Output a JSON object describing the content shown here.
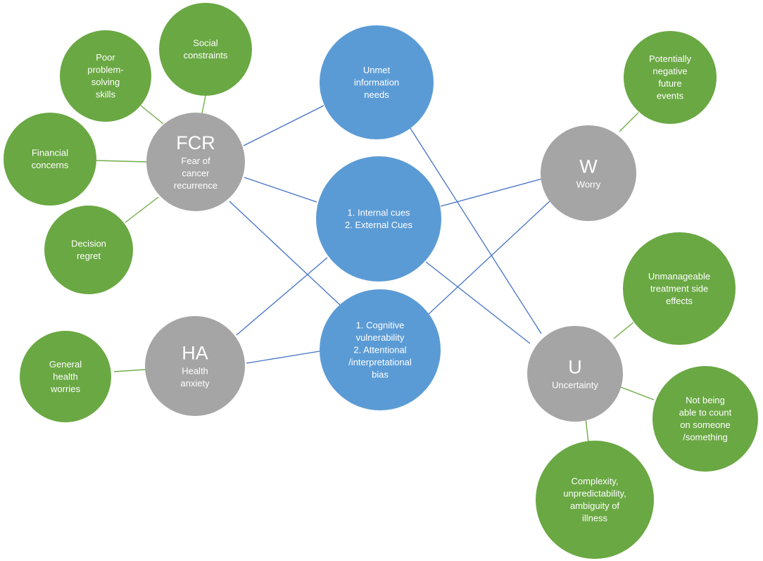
{
  "colors": {
    "green": "#6aa843",
    "blue": "#5b9bd5",
    "grey": "#a5a5a5",
    "green_edge": "#70ad47",
    "blue_edge": "#4472c4"
  },
  "nodes": {
    "fcr": {
      "abbr": "FCR",
      "lines": [
        "Fear of",
        "cancer",
        "recurrence"
      ]
    },
    "ha": {
      "abbr": "HA",
      "lines": [
        "Health",
        "anxiety"
      ]
    },
    "w": {
      "abbr": "W",
      "lines": [
        "Worry"
      ]
    },
    "u": {
      "abbr": "U",
      "lines": [
        "Uncertainty"
      ]
    },
    "unmet": {
      "lines": [
        "Unmet",
        "information",
        "needs"
      ]
    },
    "cues": {
      "lines": [
        "1. Internal cues",
        "2. External Cues"
      ]
    },
    "cognitive": {
      "lines": [
        "1.  Cognitive",
        "vulnerability",
        "2. Attentional",
        "/interpretational",
        "bias"
      ]
    },
    "problem_solving": {
      "lines": [
        "Poor",
        "problem-",
        "solving",
        "skills"
      ]
    },
    "social": {
      "lines": [
        "Social",
        "constraints"
      ]
    },
    "financial": {
      "lines": [
        "Financial",
        "concerns"
      ]
    },
    "decision": {
      "lines": [
        "Decision",
        "regret"
      ]
    },
    "general_health": {
      "lines": [
        "General",
        "health",
        "worries"
      ]
    },
    "future_events": {
      "lines": [
        "Potentially",
        "negative",
        "future",
        "events"
      ]
    },
    "side_effects": {
      "lines": [
        "Unmanageable",
        "treatment side",
        "effects"
      ]
    },
    "count_on": {
      "lines": [
        "Not being",
        "able to count",
        "on someone",
        "/something"
      ]
    },
    "complexity": {
      "lines": [
        "Complexity,",
        "unpredictability,",
        "ambiguity of",
        "illness"
      ]
    }
  }
}
